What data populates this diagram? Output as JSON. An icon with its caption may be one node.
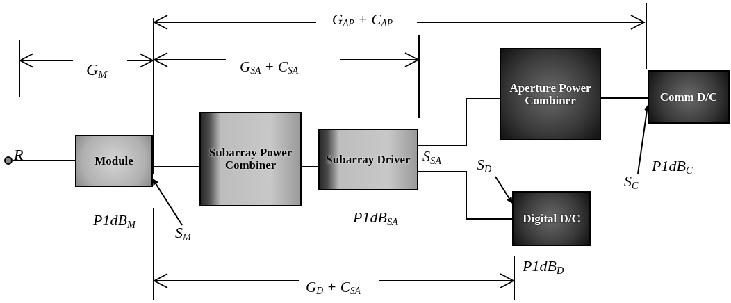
{
  "diagram": {
    "nodes": [
      {
        "text": [],
        "shape": "circle",
        "beside": [
          "R"
        ]
      },
      {
        "text": [
          "Module"
        ]
      },
      {
        "text": [
          "Subarray Power Combiner"
        ]
      },
      {
        "text": [
          "Subarray Driver"
        ]
      },
      {
        "text": [
          "Aperture Power Combiner"
        ]
      },
      {
        "text": [
          "Comm D/C"
        ]
      },
      {
        "text": [
          "Digital D/C"
        ]
      },
      {
        "text": [
          "S$_{M}$"
        ]
      },
      {
        "text": [
          "S$_{D}$"
        ]
      },
      {
        "text": [
          "S$_{C}$"
        ]
      }
    ],
    "edges": [
      {
        "from": 0,
        "to": 1,
        "arrow": "none"
      },
      {
        "from": 1,
        "to": 2,
        "arrow": "none"
      },
      {
        "from": 2,
        "to": 3,
        "arrow": "none"
      },
      {
        "from": 3,
        "to": 4,
        "arrow": "none"
      },
      {
        "from": 3,
        "to": 6,
        "arrow": "none"
      },
      {
        "from": 4,
        "to": 5,
        "arrow": "none"
      },
      {
        "from": 7,
        "to": 1,
        "arrow": "to"
      },
      {
        "from": 8,
        "to": 6,
        "arrow": "to"
      },
      {
        "from": 9,
        "to": 5,
        "arrow": "to"
      }
    ],
    "labels": [
      "G$_{AP}$ + C$_{AP}$",
      "G$_{M}$",
      "G$_{SA}$ + C$_{SA}$",
      "S$_{SA}$",
      "P1dB$_{C}$",
      "P1dB$_{M}$",
      "P1dB$_{SA}$",
      "P1dB$_{D}$",
      "G$_{D}$ + C$_{SA}$"
    ]
  }
}
